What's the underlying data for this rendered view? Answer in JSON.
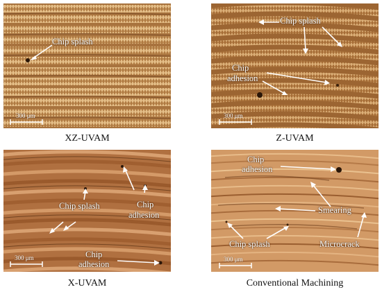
{
  "panels": [
    {
      "caption": "XZ-UVAM",
      "annotations": [
        "Chip splash"
      ],
      "scale_bar": "300 μm"
    },
    {
      "caption": "Z-UVAM",
      "annotations": [
        "Chip splash",
        "Chip",
        "adhesion"
      ],
      "scale_bar": "300 μm"
    },
    {
      "caption": "X-UVAM",
      "annotations": [
        "Chip",
        "adhesion",
        "Chip splash",
        "Chip",
        "adhesion"
      ],
      "scale_bar": "300 μm"
    },
    {
      "caption": "Conventional Machining",
      "annotations": [
        "Chip",
        "adhesion",
        "Smearing",
        "Chip splash",
        "Microcrack"
      ],
      "scale_bar": "300 μm"
    }
  ],
  "colors": {
    "surface_base": "#c8965a",
    "surface_light": "#e8c08a",
    "surface_dark": "#7a4a22",
    "annotation": "#ffffff"
  }
}
